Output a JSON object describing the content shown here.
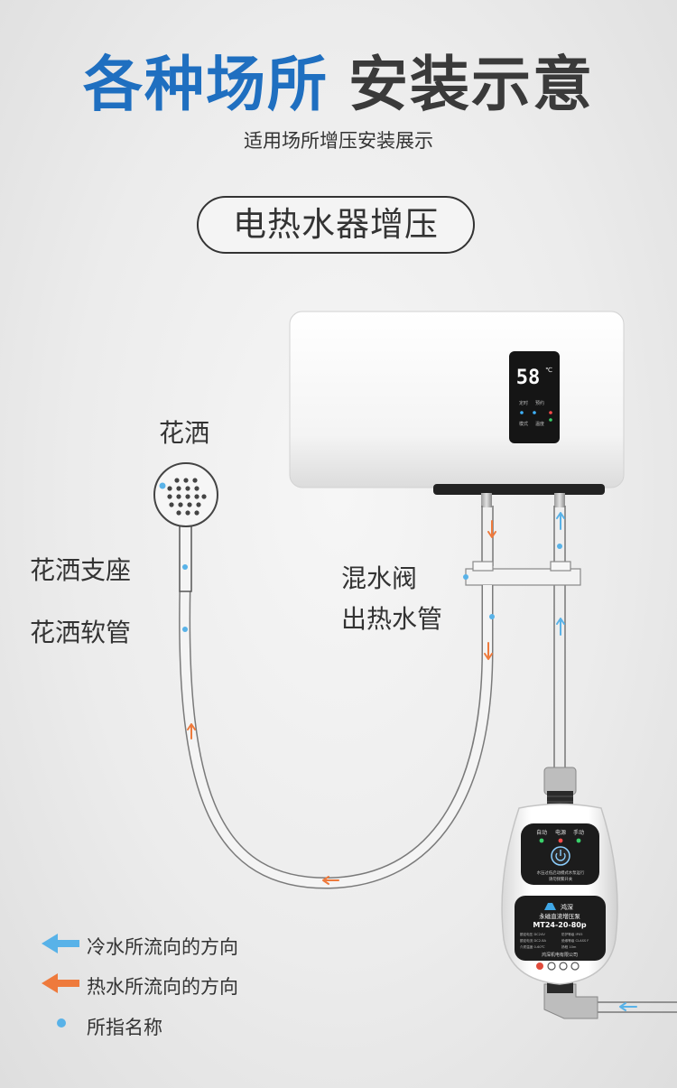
{
  "header": {
    "title_blue": "各种场所",
    "title_dark": "安装示意",
    "subtitle": "适用场所增压安装展示"
  },
  "badge": {
    "label": "电热水器增压"
  },
  "labels": {
    "shower": "花洒",
    "shower_holder": "花洒支座",
    "shower_hose": "花洒软管",
    "mixing_valve": "混水阀",
    "hot_water_pipe": "出热水管"
  },
  "heater": {
    "display_value": "58",
    "display_unit": "℃",
    "mode_labels": [
      "定时",
      "预约",
      "模式",
      "温度"
    ]
  },
  "pump": {
    "indicators": [
      "自动",
      "电源",
      "手动"
    ],
    "notice_line1": "水压过低启动模式水泵运行",
    "notice_line2": "请勿频繁开关",
    "brand": "鸿深",
    "product_name": "永磁直流增压泵",
    "model": "MT24-20-80p",
    "specs": [
      "额定电压 DC24V",
      "防护等级 IPX5",
      "额定电流 DC2.8A",
      "绝缘等级 CLASS F",
      "介质温度 0-60℃",
      "扬程 10m"
    ],
    "manufacturer": "鸿深机电有限公司"
  },
  "legend": {
    "cold_flow": "冷水所流向的方向",
    "hot_flow": "热水所流向的方向",
    "point_name": "所指名称"
  },
  "colors": {
    "title_blue": "#1f6fc0",
    "cold_arrow": "#58b2e8",
    "hot_arrow": "#ee7a3c",
    "marker_dot": "#58b2e8"
  }
}
